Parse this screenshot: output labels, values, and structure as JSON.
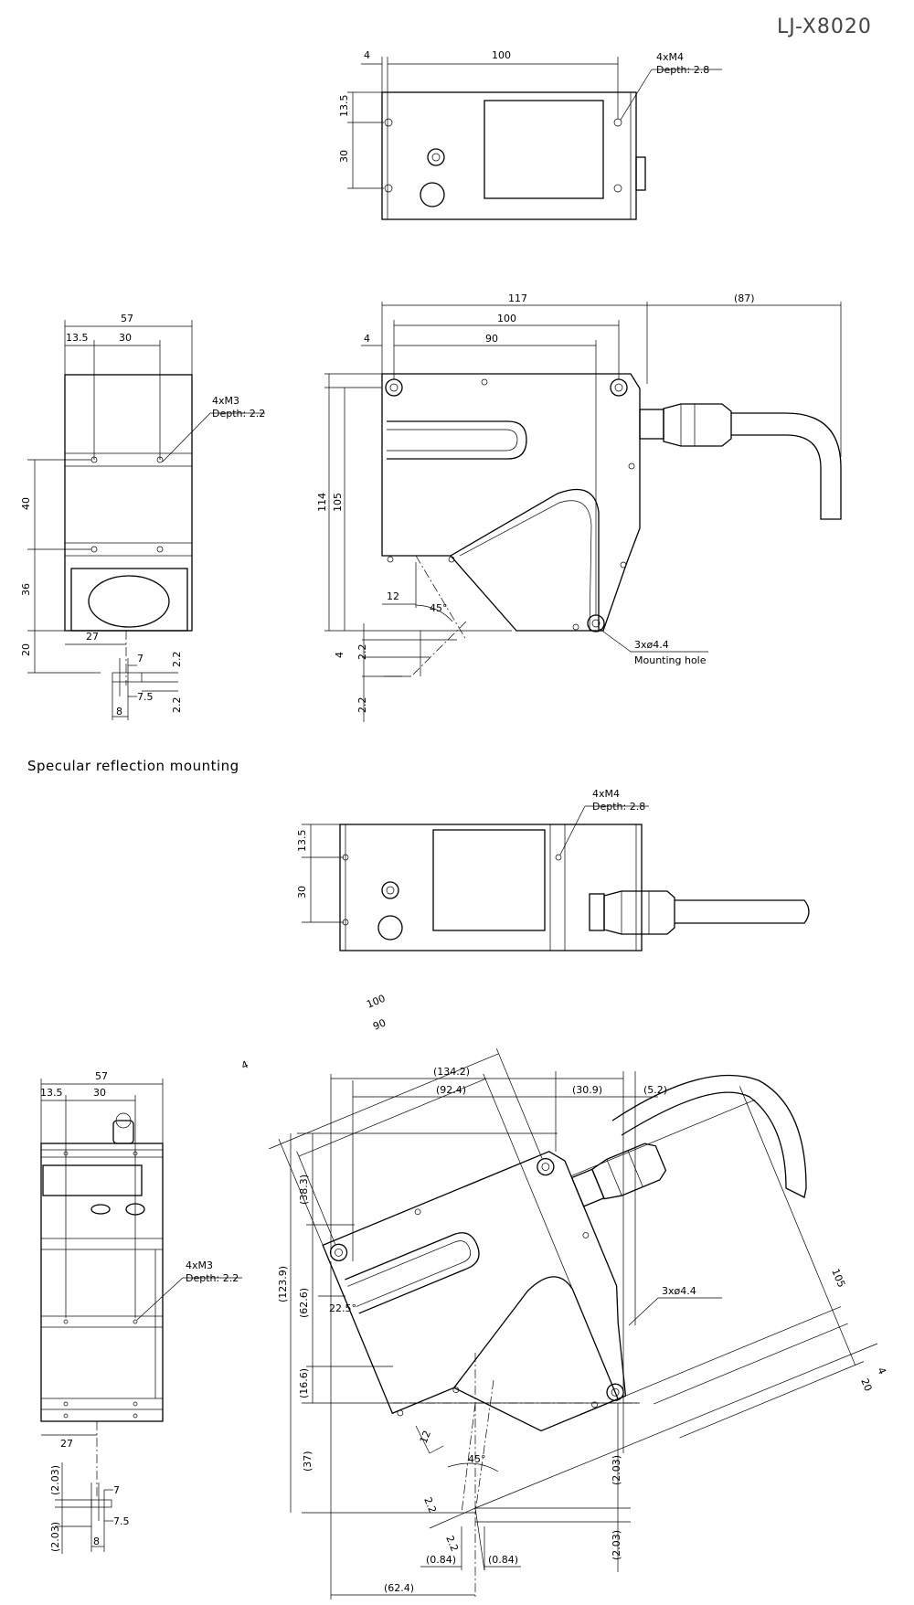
{
  "model": "LJ-X8020",
  "section_label": "Specular reflection mounting",
  "views": {
    "top1": {
      "dims": {
        "d4": "4",
        "d100": "100",
        "d13_5": "13.5",
        "d30": "30"
      },
      "note_line1": "4xM4",
      "note_line2": "Depth: 2.8"
    },
    "side1": {
      "dims": {
        "d57": "57",
        "d13_5": "13.5",
        "d30": "30",
        "d40": "40",
        "d36": "36",
        "d20": "20",
        "d27": "27",
        "d7": "7",
        "d7_5": "7.5",
        "d8": "8",
        "d2_2a": "2.2",
        "d2_2b": "2.2"
      },
      "note_line1": "4xM3",
      "note_line2": "Depth: 2.2"
    },
    "front1": {
      "dims": {
        "d117": "117",
        "d87": "(87)",
        "d100": "100",
        "d4": "4",
        "d90": "90",
        "d114": "114",
        "d105": "105",
        "d12": "12",
        "d45": "45°",
        "d4b": "4",
        "d2_2a": "2.2",
        "d2_2b": "2.2"
      },
      "note_line1": "3xø4.4",
      "note_line2": "Mounting hole"
    },
    "top2": {
      "dims": {
        "d13_5": "13.5",
        "d30": "30"
      },
      "note_line1": "4xM4",
      "note_line2": "Depth: 2.8"
    },
    "side2": {
      "dims": {
        "d57": "57",
        "d13_5": "13.5",
        "d30": "30",
        "d27": "27",
        "d2_03a": "(2.03)",
        "d2_03b": "(2.03)",
        "d7": "7",
        "d7_5": "7.5",
        "d8": "8"
      },
      "note_line1": "4xM3",
      "note_line2": "Depth: 2.2"
    },
    "front2": {
      "dims": {
        "d100": "100",
        "d90": "90",
        "d4": "4",
        "d134_2": "(134.2)",
        "d92_4": "(92.4)",
        "d30_9": "(30.9)",
        "d5_2": "(5.2)",
        "d38_3": "(38.3)",
        "d123_9": "(123.9)",
        "d62_6": "(62.6)",
        "d16_6": "(16.6)",
        "d37": "(37)",
        "d22_5": "22.5°",
        "d12": "12",
        "d45": "45°",
        "d105": "105",
        "d4b": "4",
        "d20": "20",
        "d2_03": "(2.03)",
        "d2_03b": "(2.03)",
        "d2_2a": "2.2",
        "d2_2b": "2.2",
        "d0_84a": "(0.84)",
        "d0_84b": "(0.84)",
        "d62_4": "(62.4)"
      },
      "note_line1": "3xø4.4"
    }
  }
}
